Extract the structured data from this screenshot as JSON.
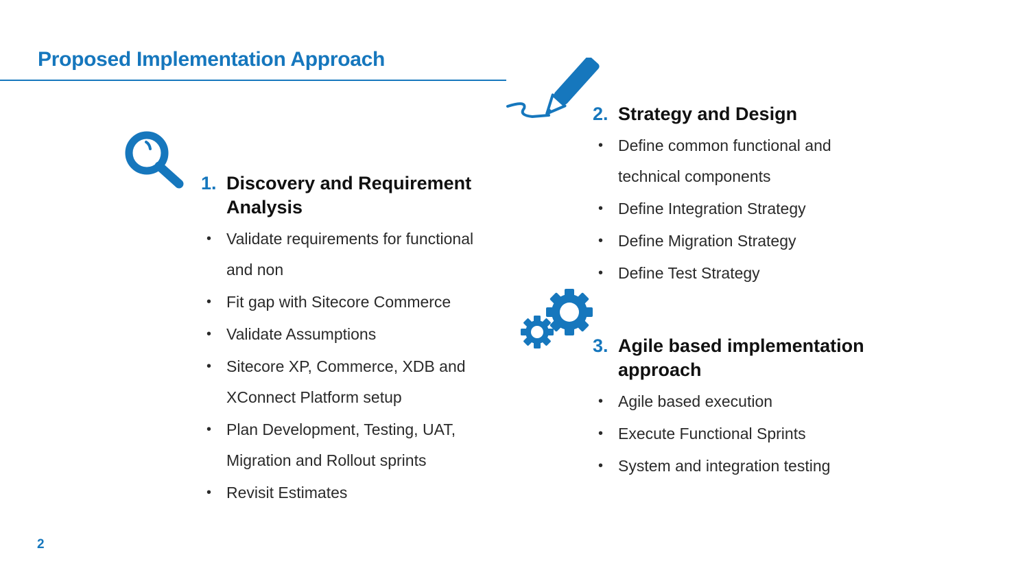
{
  "title": "Proposed Implementation Approach",
  "colors": {
    "accent": "#1677bd",
    "text": "#1a1a1a"
  },
  "icons": [
    "magnifier-icon",
    "pencil-icon",
    "gears-icon"
  ],
  "sections": [
    {
      "number": "1.",
      "title": "Discovery and Requirement Analysis",
      "items": [
        "Validate requirements for functional and non",
        "Fit gap with Sitecore Commerce",
        "Validate Assumptions",
        "Sitecore XP, Commerce, XDB and XConnect Platform setup",
        "Plan Development, Testing, UAT, Migration and Rollout sprints",
        "Revisit Estimates"
      ]
    },
    {
      "number": "2.",
      "title": "Strategy and Design",
      "items": [
        "Define common functional and technical components",
        "Define Integration Strategy",
        "Define Migration Strategy",
        "Define Test Strategy"
      ]
    },
    {
      "number": "3.",
      "title": "Agile based implementation approach",
      "items": [
        "Agile based execution",
        "Execute Functional Sprints",
        "System and integration testing"
      ]
    }
  ],
  "bullet_char": "•",
  "page_number": "2"
}
